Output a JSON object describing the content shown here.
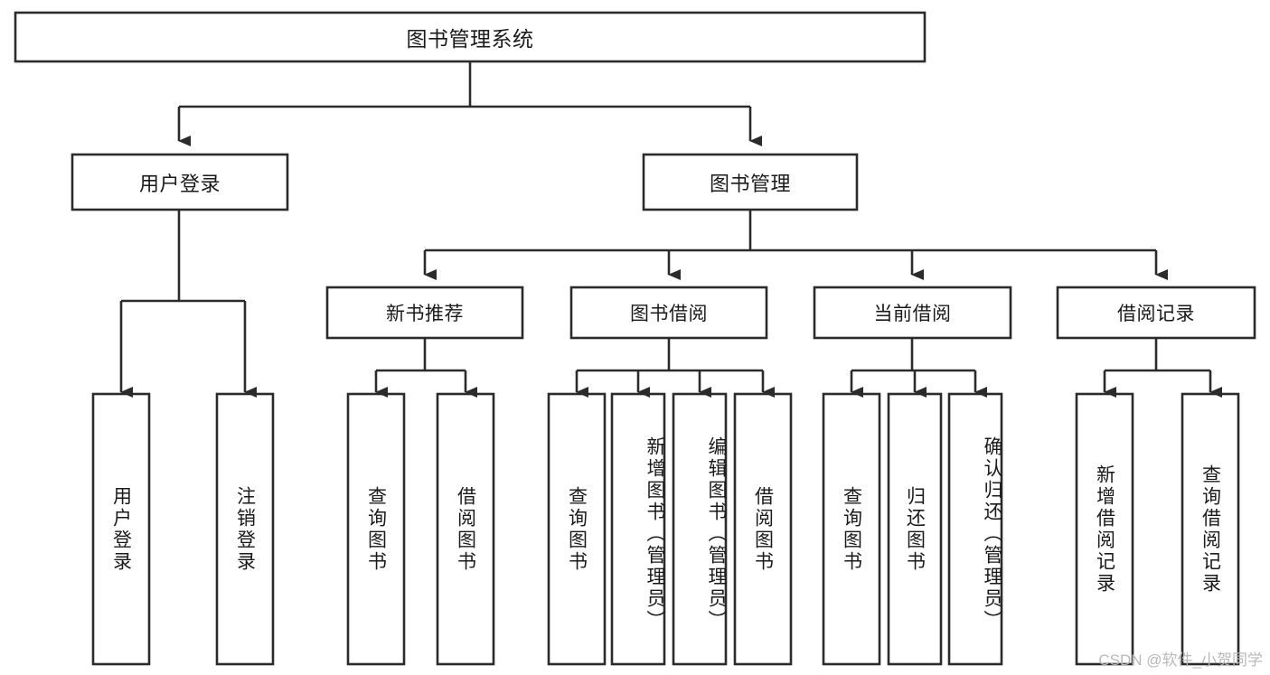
{
  "diagram": {
    "title": "图书管理系统",
    "type": "hierarchy-tree",
    "root": {
      "id": "root",
      "label": "图书管理系统"
    },
    "level2": [
      {
        "id": "user-login",
        "label": "用户登录"
      },
      {
        "id": "book-manage",
        "label": "图书管理"
      }
    ],
    "level3": [
      {
        "id": "new-book-rec",
        "label": "新书推荐"
      },
      {
        "id": "book-borrow",
        "label": "图书借阅"
      },
      {
        "id": "current-borrow",
        "label": "当前借阅"
      },
      {
        "id": "borrow-record",
        "label": "借阅记录"
      }
    ],
    "leaves": [
      {
        "id": "leaf-user-login",
        "label": "用户登录"
      },
      {
        "id": "leaf-logout",
        "label": "注销登录"
      },
      {
        "id": "leaf-query-book-1",
        "label": "查询图书"
      },
      {
        "id": "leaf-borrow-book-1",
        "label": "借阅图书"
      },
      {
        "id": "leaf-query-book-2",
        "label": "查询图书"
      },
      {
        "id": "leaf-add-book",
        "label": "新增图书（管理员）"
      },
      {
        "id": "leaf-edit-book",
        "label": "编辑图书（管理员）"
      },
      {
        "id": "leaf-borrow-book-2",
        "label": "借阅图书"
      },
      {
        "id": "leaf-query-book-3",
        "label": "查询图书"
      },
      {
        "id": "leaf-return-book",
        "label": "归还图书"
      },
      {
        "id": "leaf-confirm-return",
        "label": "确认归还（管理员）"
      },
      {
        "id": "leaf-add-record",
        "label": "新增借阅记录"
      },
      {
        "id": "leaf-query-record",
        "label": "查询借阅记录"
      }
    ]
  },
  "watermark": {
    "text": "CSDN @软件_小贺同学"
  },
  "colors": {
    "stroke": "#2b2b2b",
    "fill": "#ffffff",
    "text": "#1a1a1a",
    "watermark": "#b9b9b9"
  }
}
